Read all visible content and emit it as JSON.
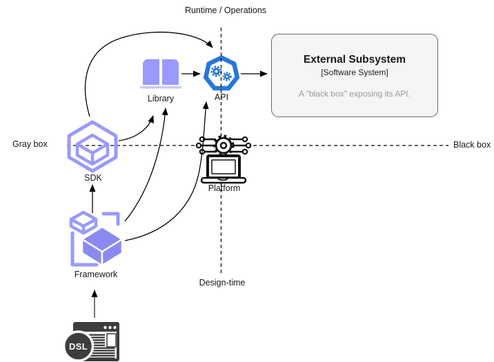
{
  "labels": {
    "runtime": "Runtime / Operations",
    "design_time": "Design-time",
    "gray_box": "Gray box",
    "black_box": "Black box"
  },
  "nodes": {
    "library": "Library",
    "api": "API",
    "sdk": "SDK",
    "platform": "Platform",
    "framework": "Framework",
    "dsl": "DSL"
  },
  "external_subsystem": {
    "title": "External Subsystem",
    "subtitle": "[Software System]",
    "description": "A \"black box\" exposing its API."
  },
  "edges": [
    {
      "from": "DSL",
      "to": "Framework"
    },
    {
      "from": "Framework",
      "to": "SDK"
    },
    {
      "from": "Framework",
      "to": "Library"
    },
    {
      "from": "Framework",
      "to": "API"
    },
    {
      "from": "SDK",
      "to": "Library"
    },
    {
      "from": "SDK",
      "to": "API"
    },
    {
      "from": "Library",
      "to": "API"
    },
    {
      "from": "API",
      "to": "External Subsystem"
    }
  ],
  "colors": {
    "purple": "#9999ff",
    "purple_fill": "#8a8af2",
    "purple_light": "#c9c9fb",
    "api_blue": "#2777d8",
    "icon_dark": "#3d3d3d",
    "icon_black": "#111111",
    "arrow": "#000000",
    "box_fill": "#f5f5f5",
    "box_border": "#666666",
    "muted_text": "#999999"
  }
}
